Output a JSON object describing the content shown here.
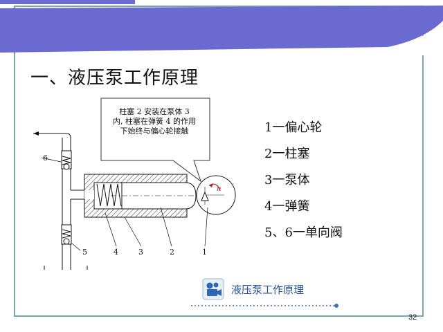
{
  "slide": {
    "title": "一、液压泵工作原理",
    "page_number": "32"
  },
  "callout": {
    "line1": "柱塞 2 安装在泵体 3",
    "line2": "内, 柱塞在弹簧 4 的作用",
    "line3": "下始终与偏心轮接触"
  },
  "legend": [
    "1一偏心轮",
    "2一柱塞",
    "3一泵体",
    "4一弹簧",
    "5、6一单向阀"
  ],
  "diagram_labels": {
    "n": "n",
    "six": "6",
    "five": "5",
    "four": "4",
    "three": "3",
    "two": "2",
    "one": "1"
  },
  "footer": {
    "link_label": "液压泵工作原理"
  },
  "colors": {
    "banner": "#6a6ad0",
    "frame": "#7ba7a3",
    "hatch": "#333333",
    "link": "#1f4e9b"
  }
}
